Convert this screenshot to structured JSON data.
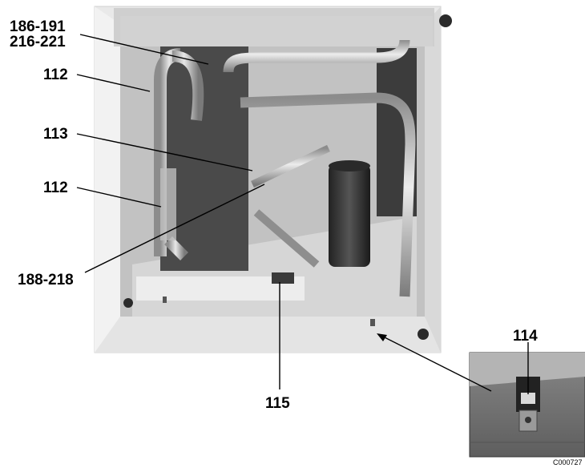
{
  "figure": {
    "callouts": {
      "c186_191": "186-191",
      "c216_221": "216-221",
      "c112_top": "112",
      "c113": "113",
      "c112_bottom": "112",
      "c188_218": "188-218",
      "c115": "115",
      "c114": "114"
    },
    "image_code": "C000727"
  },
  "colors": {
    "ink": "#000000",
    "cabinet": "#e6e6e6",
    "pipe": "#bdbdbd",
    "dark_panel": "#3a3a3a",
    "inset_panel": "#8a8a8a"
  }
}
